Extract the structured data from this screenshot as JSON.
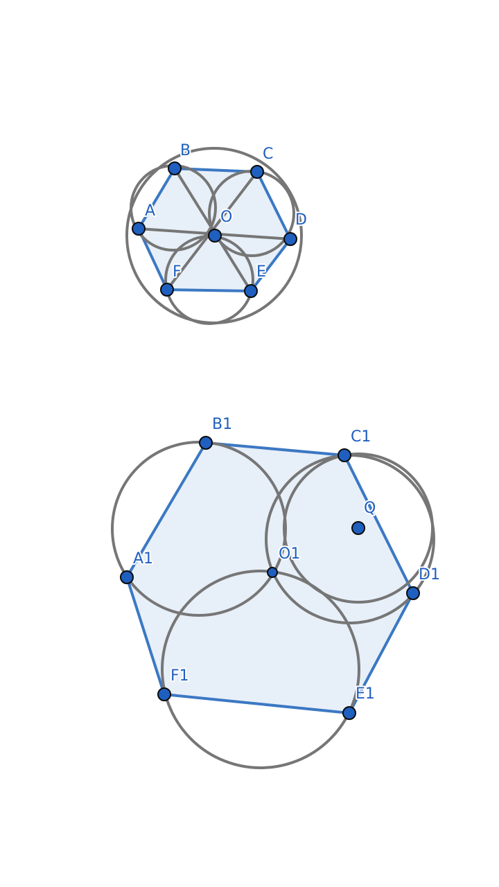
{
  "figure1": {
    "labels": {
      "A": "A",
      "B": "B",
      "C": "C",
      "D": "D",
      "E": "E",
      "F": "F",
      "O": "O"
    },
    "fill_color": "#e7eff8",
    "polygon_color": "#3b78c3",
    "circle_color": "#767676",
    "point_color": "#1f5fbf"
  },
  "figure2": {
    "labels": {
      "A1": "A1",
      "B1": "B1",
      "C1": "C1",
      "D1": "D1",
      "E1": "E1",
      "F1": "F1",
      "O1": "O1",
      "Q": "Q"
    },
    "fill_color": "#e7eff8",
    "polygon_color": "#3b78c3",
    "circle_color": "#767676",
    "point_color": "#1f5fbf"
  }
}
